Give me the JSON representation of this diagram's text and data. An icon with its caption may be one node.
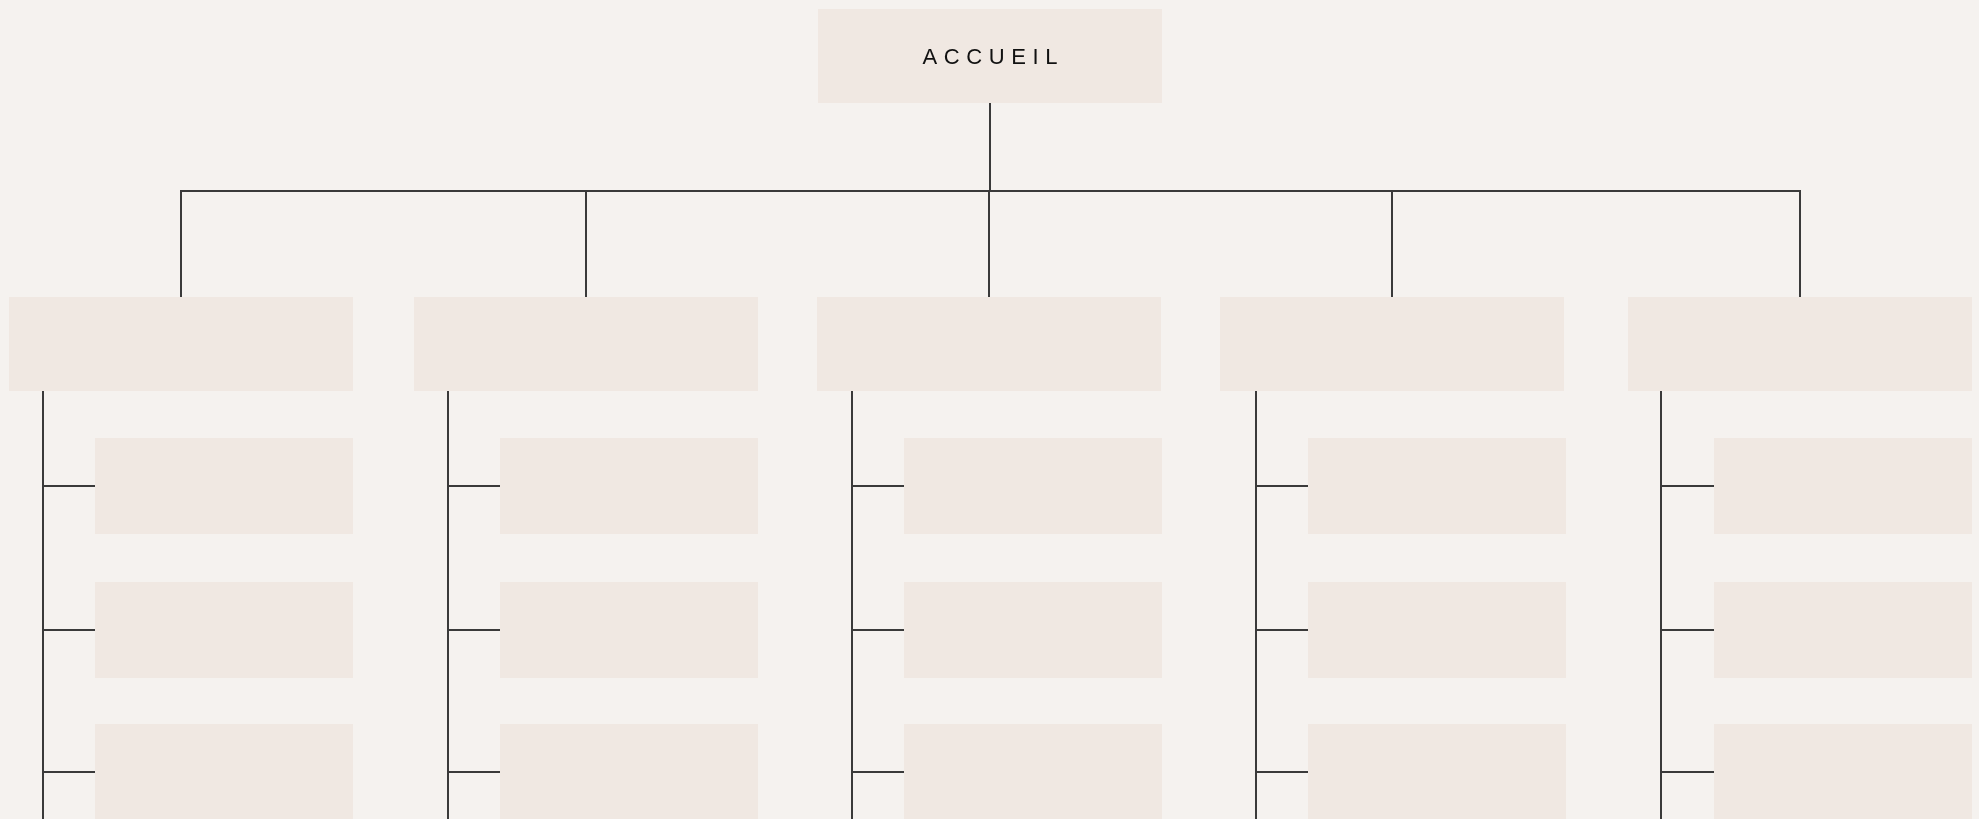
{
  "diagram": {
    "nodes": [
      {
        "text": [
          "ACCUEIL"
        ]
      },
      {
        "text": [],
        "shape": "box"
      },
      {
        "text": [],
        "shape": "box"
      },
      {
        "text": [],
        "shape": "box"
      },
      {
        "text": [],
        "shape": "box"
      },
      {
        "text": [],
        "shape": "box"
      },
      {
        "text": [],
        "shape": "box"
      },
      {
        "text": [],
        "shape": "box"
      },
      {
        "text": [],
        "shape": "box"
      },
      {
        "text": [],
        "shape": "box"
      },
      {
        "text": [],
        "shape": "box"
      },
      {
        "text": [],
        "shape": "box"
      },
      {
        "text": [],
        "shape": "box"
      },
      {
        "text": [],
        "shape": "box"
      },
      {
        "text": [],
        "shape": "box"
      },
      {
        "text": [],
        "shape": "box"
      },
      {
        "text": [],
        "shape": "box"
      },
      {
        "text": [],
        "shape": "box"
      },
      {
        "text": [],
        "shape": "box"
      },
      {
        "text": [],
        "shape": "box"
      },
      {
        "text": [],
        "shape": "box"
      }
    ],
    "edges": [
      {
        "from": 0,
        "to": 1,
        "arrow": "none"
      },
      {
        "from": 0,
        "to": 2,
        "arrow": "none"
      },
      {
        "from": 0,
        "to": 3,
        "arrow": "none"
      },
      {
        "from": 0,
        "to": 4,
        "arrow": "none"
      },
      {
        "from": 0,
        "to": 5,
        "arrow": "none"
      },
      {
        "from": 1,
        "to": 6,
        "arrow": "none"
      },
      {
        "from": 1,
        "to": 7,
        "arrow": "none"
      },
      {
        "from": 1,
        "to": 8,
        "arrow": "none"
      },
      {
        "from": 2,
        "to": 9,
        "arrow": "none"
      },
      {
        "from": 2,
        "to": 10,
        "arrow": "none"
      },
      {
        "from": 2,
        "to": 11,
        "arrow": "none"
      },
      {
        "from": 3,
        "to": 12,
        "arrow": "none"
      },
      {
        "from": 3,
        "to": 13,
        "arrow": "none"
      },
      {
        "from": 3,
        "to": 14,
        "arrow": "none"
      },
      {
        "from": 4,
        "to": 15,
        "arrow": "none"
      },
      {
        "from": 4,
        "to": 16,
        "arrow": "none"
      },
      {
        "from": 4,
        "to": 17,
        "arrow": "none"
      },
      {
        "from": 5,
        "to": 18,
        "arrow": "none"
      },
      {
        "from": 5,
        "to": 19,
        "arrow": "none"
      },
      {
        "from": 5,
        "to": 20,
        "arrow": "none"
      }
    ]
  }
}
